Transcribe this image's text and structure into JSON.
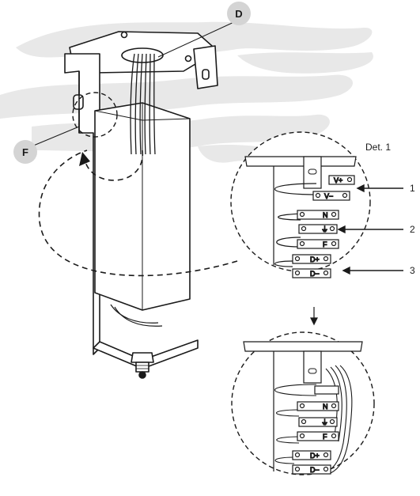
{
  "callouts": {
    "d": "D",
    "f": "F"
  },
  "detail": {
    "title": "Det. 1",
    "numbers": [
      "1",
      "2",
      "3"
    ]
  },
  "terminals": {
    "v_plus": "V+",
    "v_minus": "V−",
    "n": "N",
    "earth": "⏚",
    "f": "F",
    "d_plus": "D+",
    "d_minus": "D−"
  },
  "colors": {
    "line": "#1a1a1a",
    "callout_fill": "#d4d4d4",
    "brush": "#e8e8e8",
    "terminal_fill": "#ffffff"
  }
}
